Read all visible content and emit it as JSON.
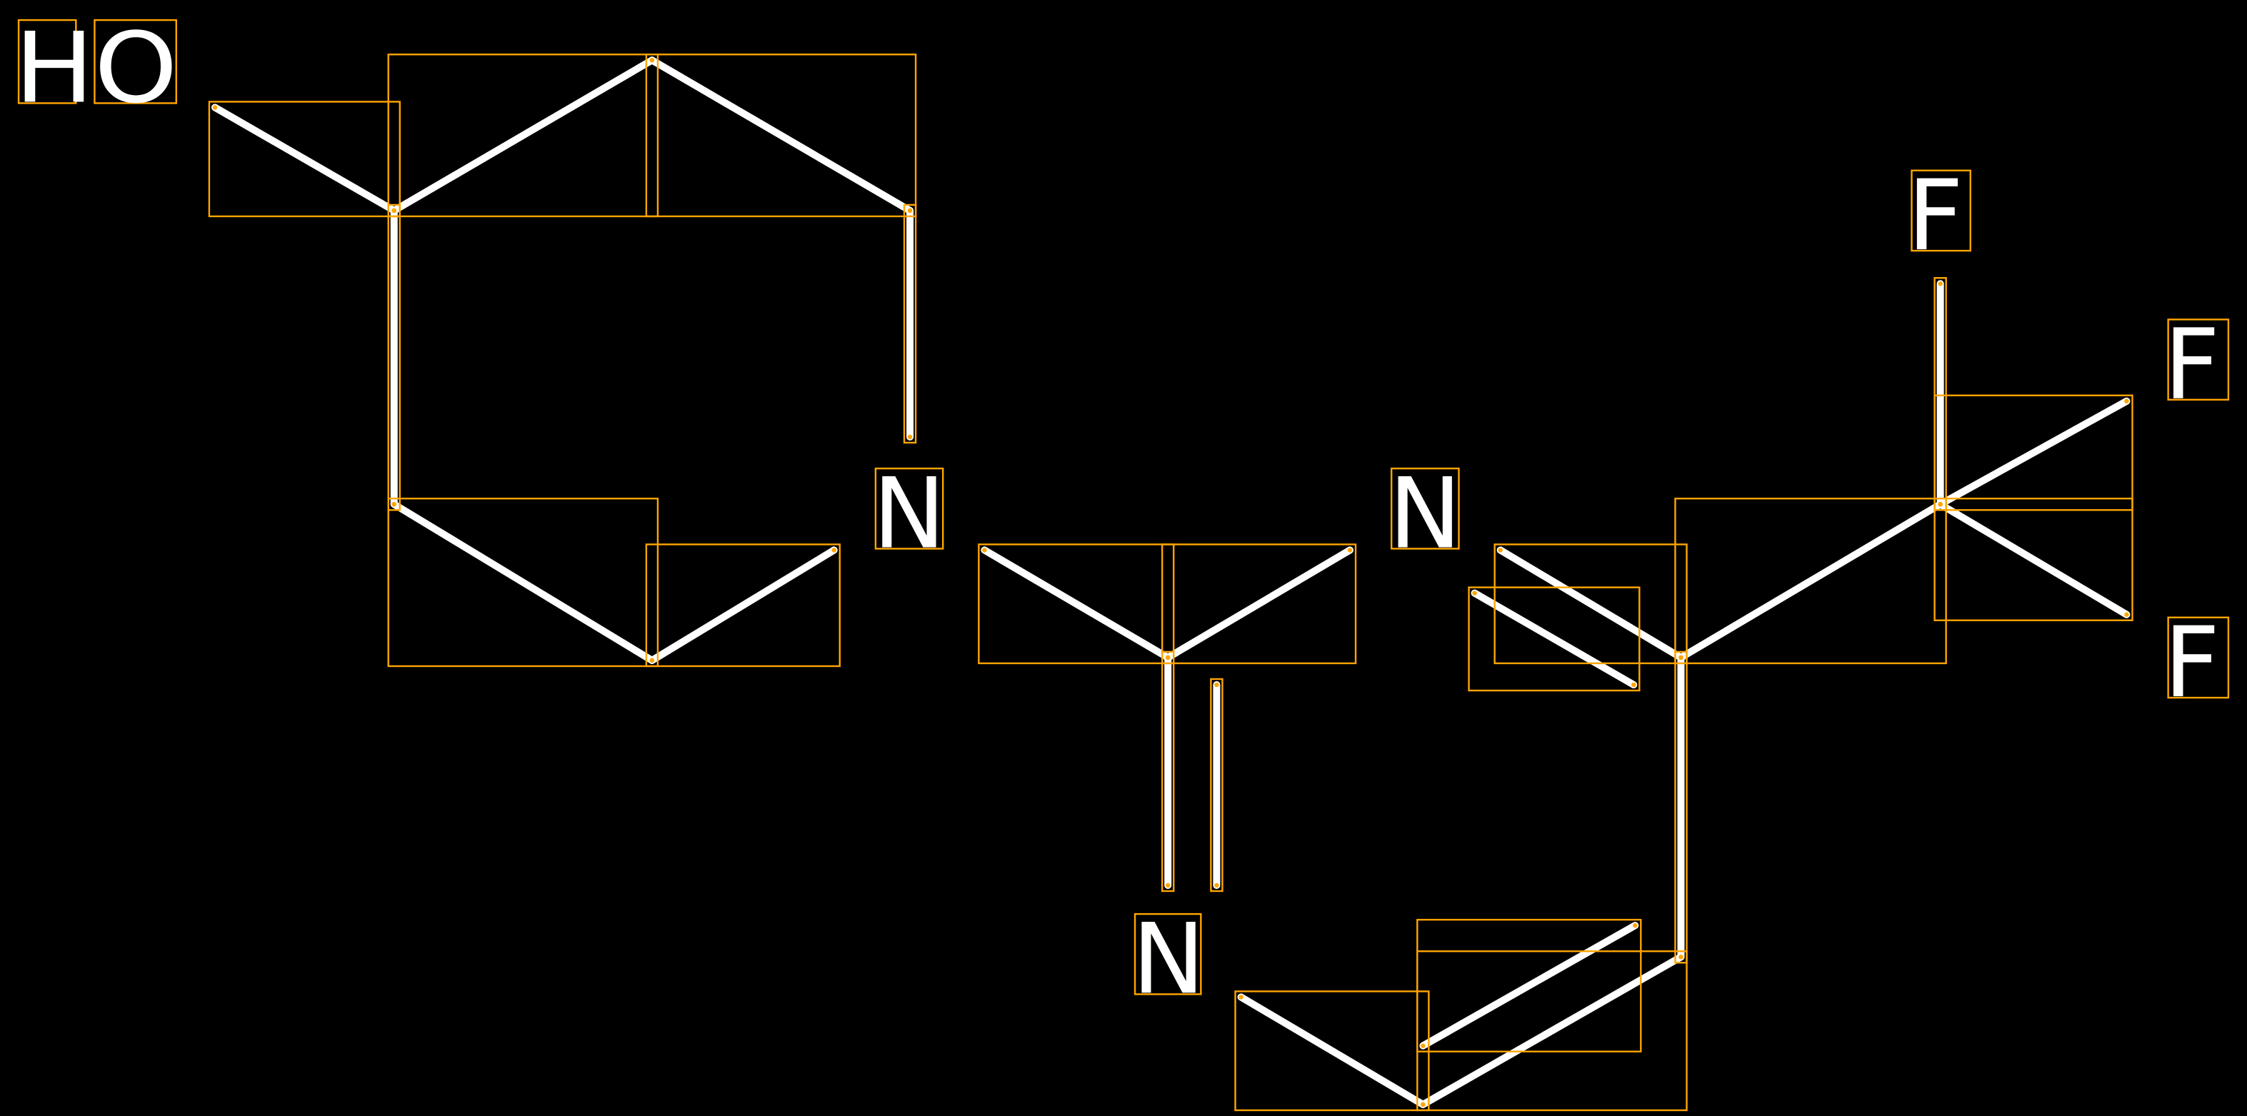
{
  "diagram": {
    "type": "molecule-structure",
    "colors": {
      "background": "#000000",
      "bond": "#FFFFFF",
      "annotation_box": "#FFA500",
      "label": "#FFFFFF"
    },
    "atoms": [
      {
        "id": "o1",
        "label": "HO"
      },
      {
        "id": "n1",
        "label": "N"
      },
      {
        "id": "n2",
        "label": "N"
      },
      {
        "id": "n3",
        "label": "N"
      },
      {
        "id": "f1",
        "label": "F"
      },
      {
        "id": "f2",
        "label": "F"
      },
      {
        "id": "f3",
        "label": "F"
      }
    ]
  }
}
